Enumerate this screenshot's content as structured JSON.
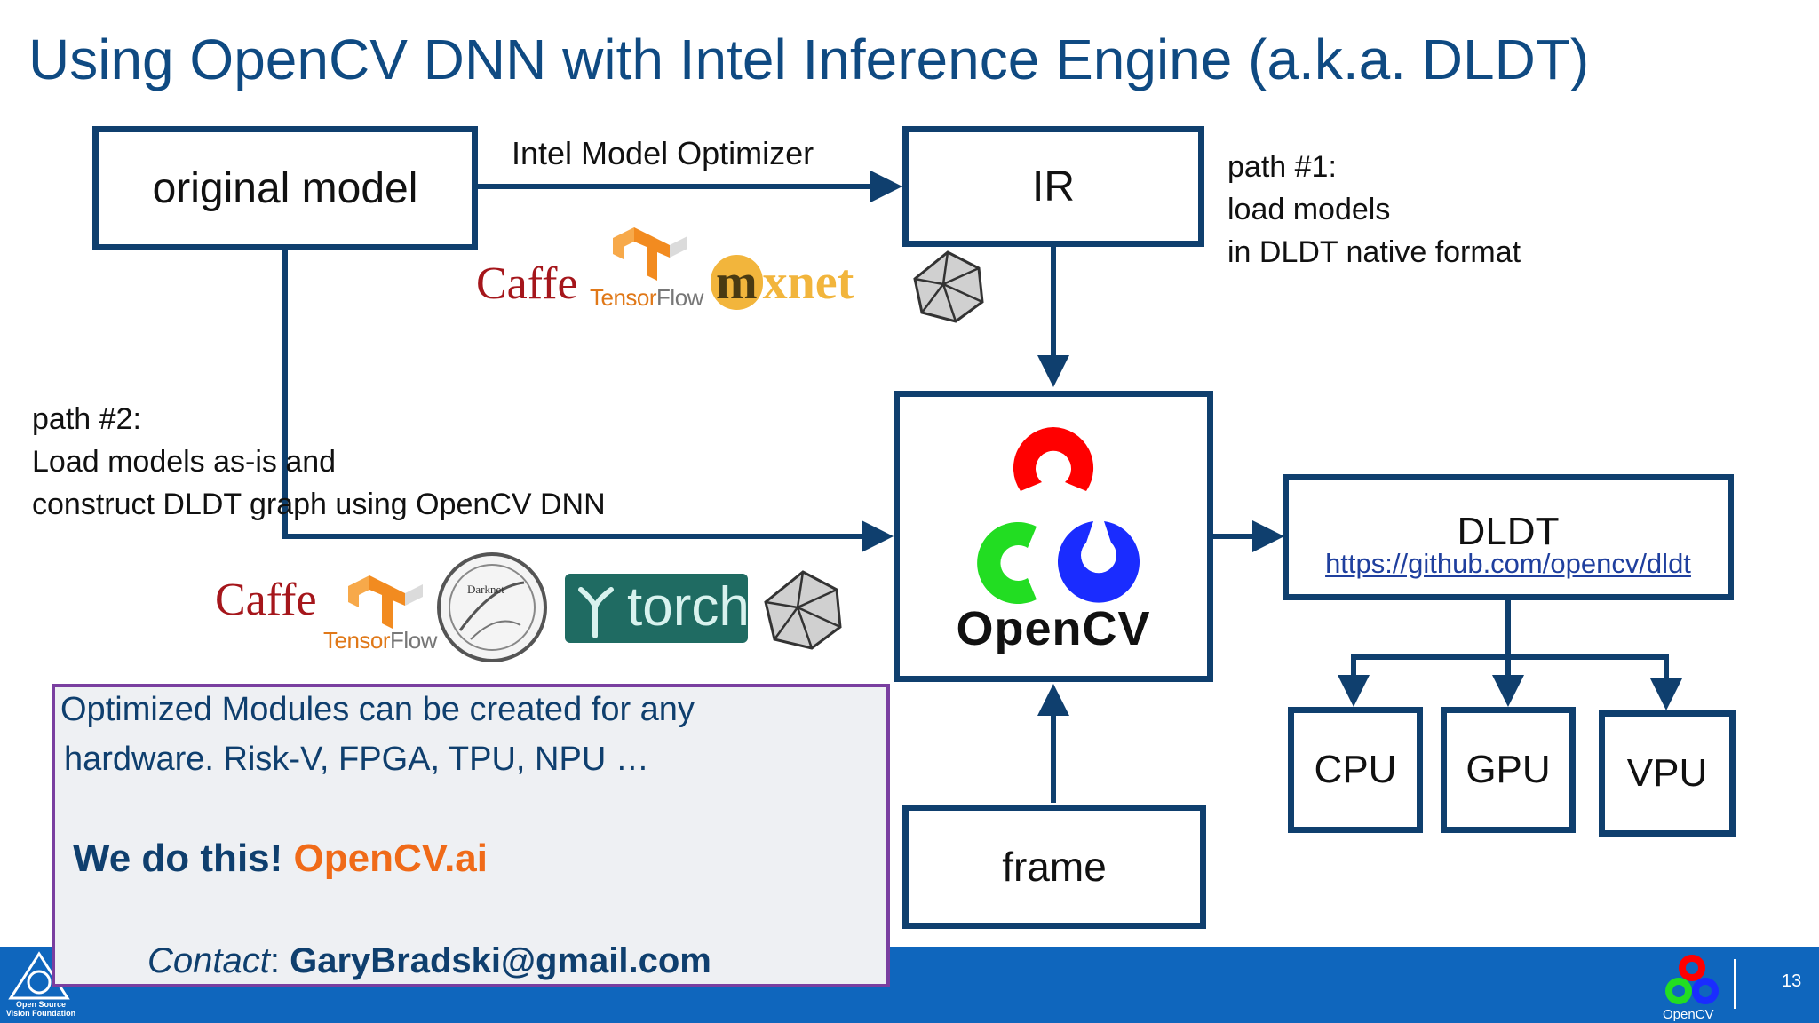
{
  "title": "Using OpenCV DNN with Intel Inference Engine (a.k.a. DLDT)",
  "boxes": {
    "original_model": "original model",
    "ir": "IR",
    "dldt": "DLDT",
    "dldt_link": "https://github.com/opencv/dldt",
    "cpu": "CPU",
    "gpu": "GPU",
    "vpu": "VPU",
    "frame": "frame"
  },
  "arrow_label": "Intel Model Optimizer",
  "path1": [
    "path #1:",
    "load models",
    "in DLDT native format"
  ],
  "path2": [
    "path #2:",
    "Load models as-is and",
    "construct DLDT  graph using OpenCV DNN"
  ],
  "logos": {
    "caffe": "Caffe",
    "tensorflow_a": "Tensor",
    "tensorflow_b": "Flow",
    "mxnet_m": "m",
    "mxnet_rest": "xnet",
    "darknet": "Darknet",
    "torch": "torch",
    "opencv": "OpenCV"
  },
  "info": {
    "line1": "Optimized Modules can be created for any",
    "line2": "hardware. Risk-V, FPGA, TPU, NPU …",
    "we_do": "We do this!",
    "brand": "OpenCV.ai",
    "contact_label": "Contact",
    "contact_sep": ":",
    "contact_email": "GaryBradski@gmail.com"
  },
  "footer": {
    "foundation_line1": "Open Source",
    "foundation_line2": "Vision Foundation",
    "opencv_small": "OpenCV",
    "page_number": "13"
  },
  "colors": {
    "title": "#0f4a82",
    "box_border": "#0f3f6e",
    "footer": "#0f66bd",
    "info_border": "#7a3fa0",
    "opencv_red": "#ff0000",
    "opencv_green": "#22dd22",
    "opencv_blue": "#1a2cff"
  }
}
